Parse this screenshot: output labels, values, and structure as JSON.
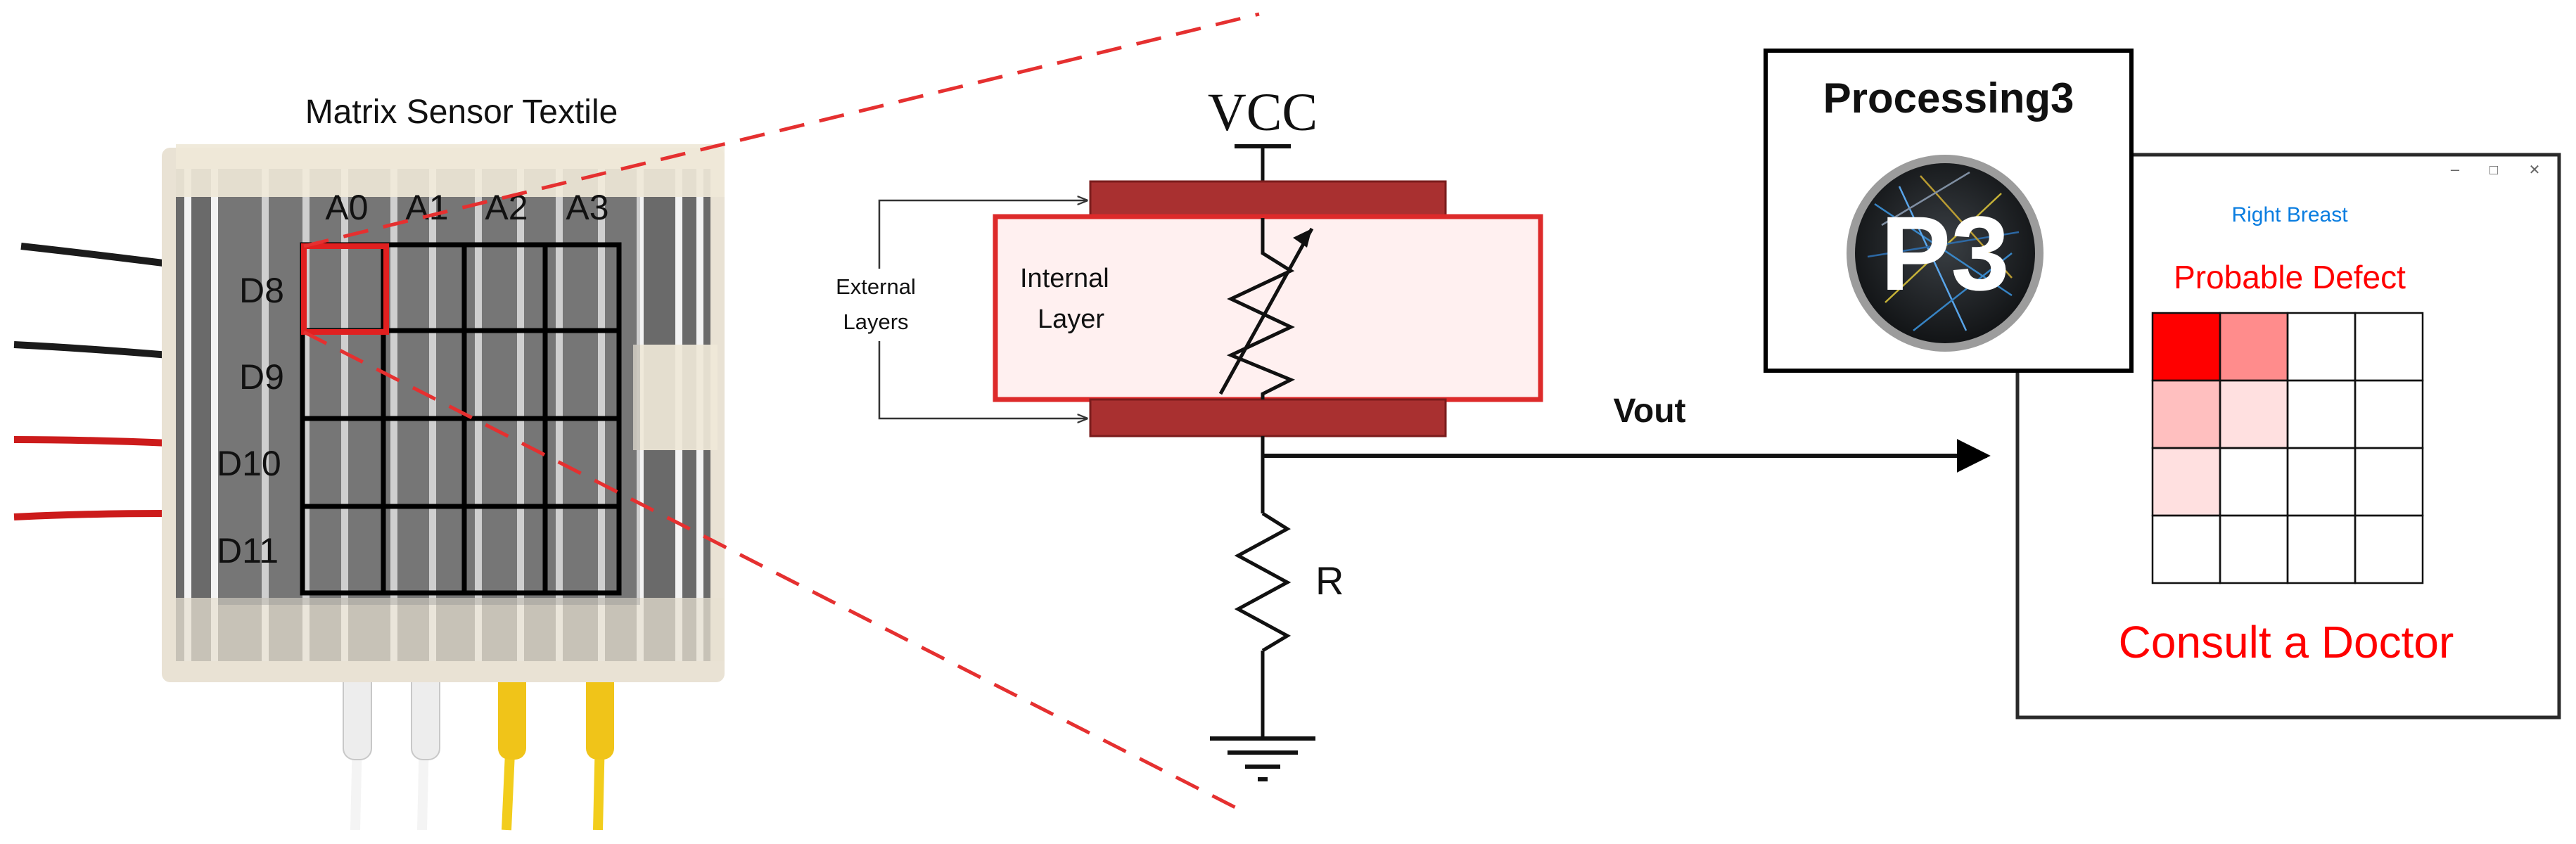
{
  "textile": {
    "title": "Matrix Sensor Textile",
    "columns": [
      "A0",
      "A1",
      "A2",
      "A3"
    ],
    "rows": [
      "D8",
      "D9",
      "D10",
      "D11"
    ]
  },
  "circuit": {
    "supply": "VCC",
    "external_label_1": "External",
    "external_label_2": "Layers",
    "internal_label_1": "Internal",
    "internal_label_2": "Layer",
    "resistor": "R",
    "output": "Vout"
  },
  "software": {
    "title": "Processing3",
    "logo_text": "P3"
  },
  "app_window": {
    "breast_side": "Right Breast",
    "status": "Probable Defect",
    "advice": "Consult a Doctor",
    "window_controls": [
      "–",
      "□",
      "✕"
    ],
    "grid_levels": [
      [
        1.0,
        0.45,
        0,
        0
      ],
      [
        0.25,
        0.12,
        0,
        0
      ],
      [
        0.12,
        0,
        0,
        0
      ],
      [
        0,
        0,
        0,
        0
      ]
    ]
  },
  "colors": {
    "defect_red": "#ff0000",
    "link_blue": "#0a7de0",
    "layer_dark_red": "#a93030",
    "layer_pink": "#fff0f0",
    "zoom_line": "#e53030"
  }
}
